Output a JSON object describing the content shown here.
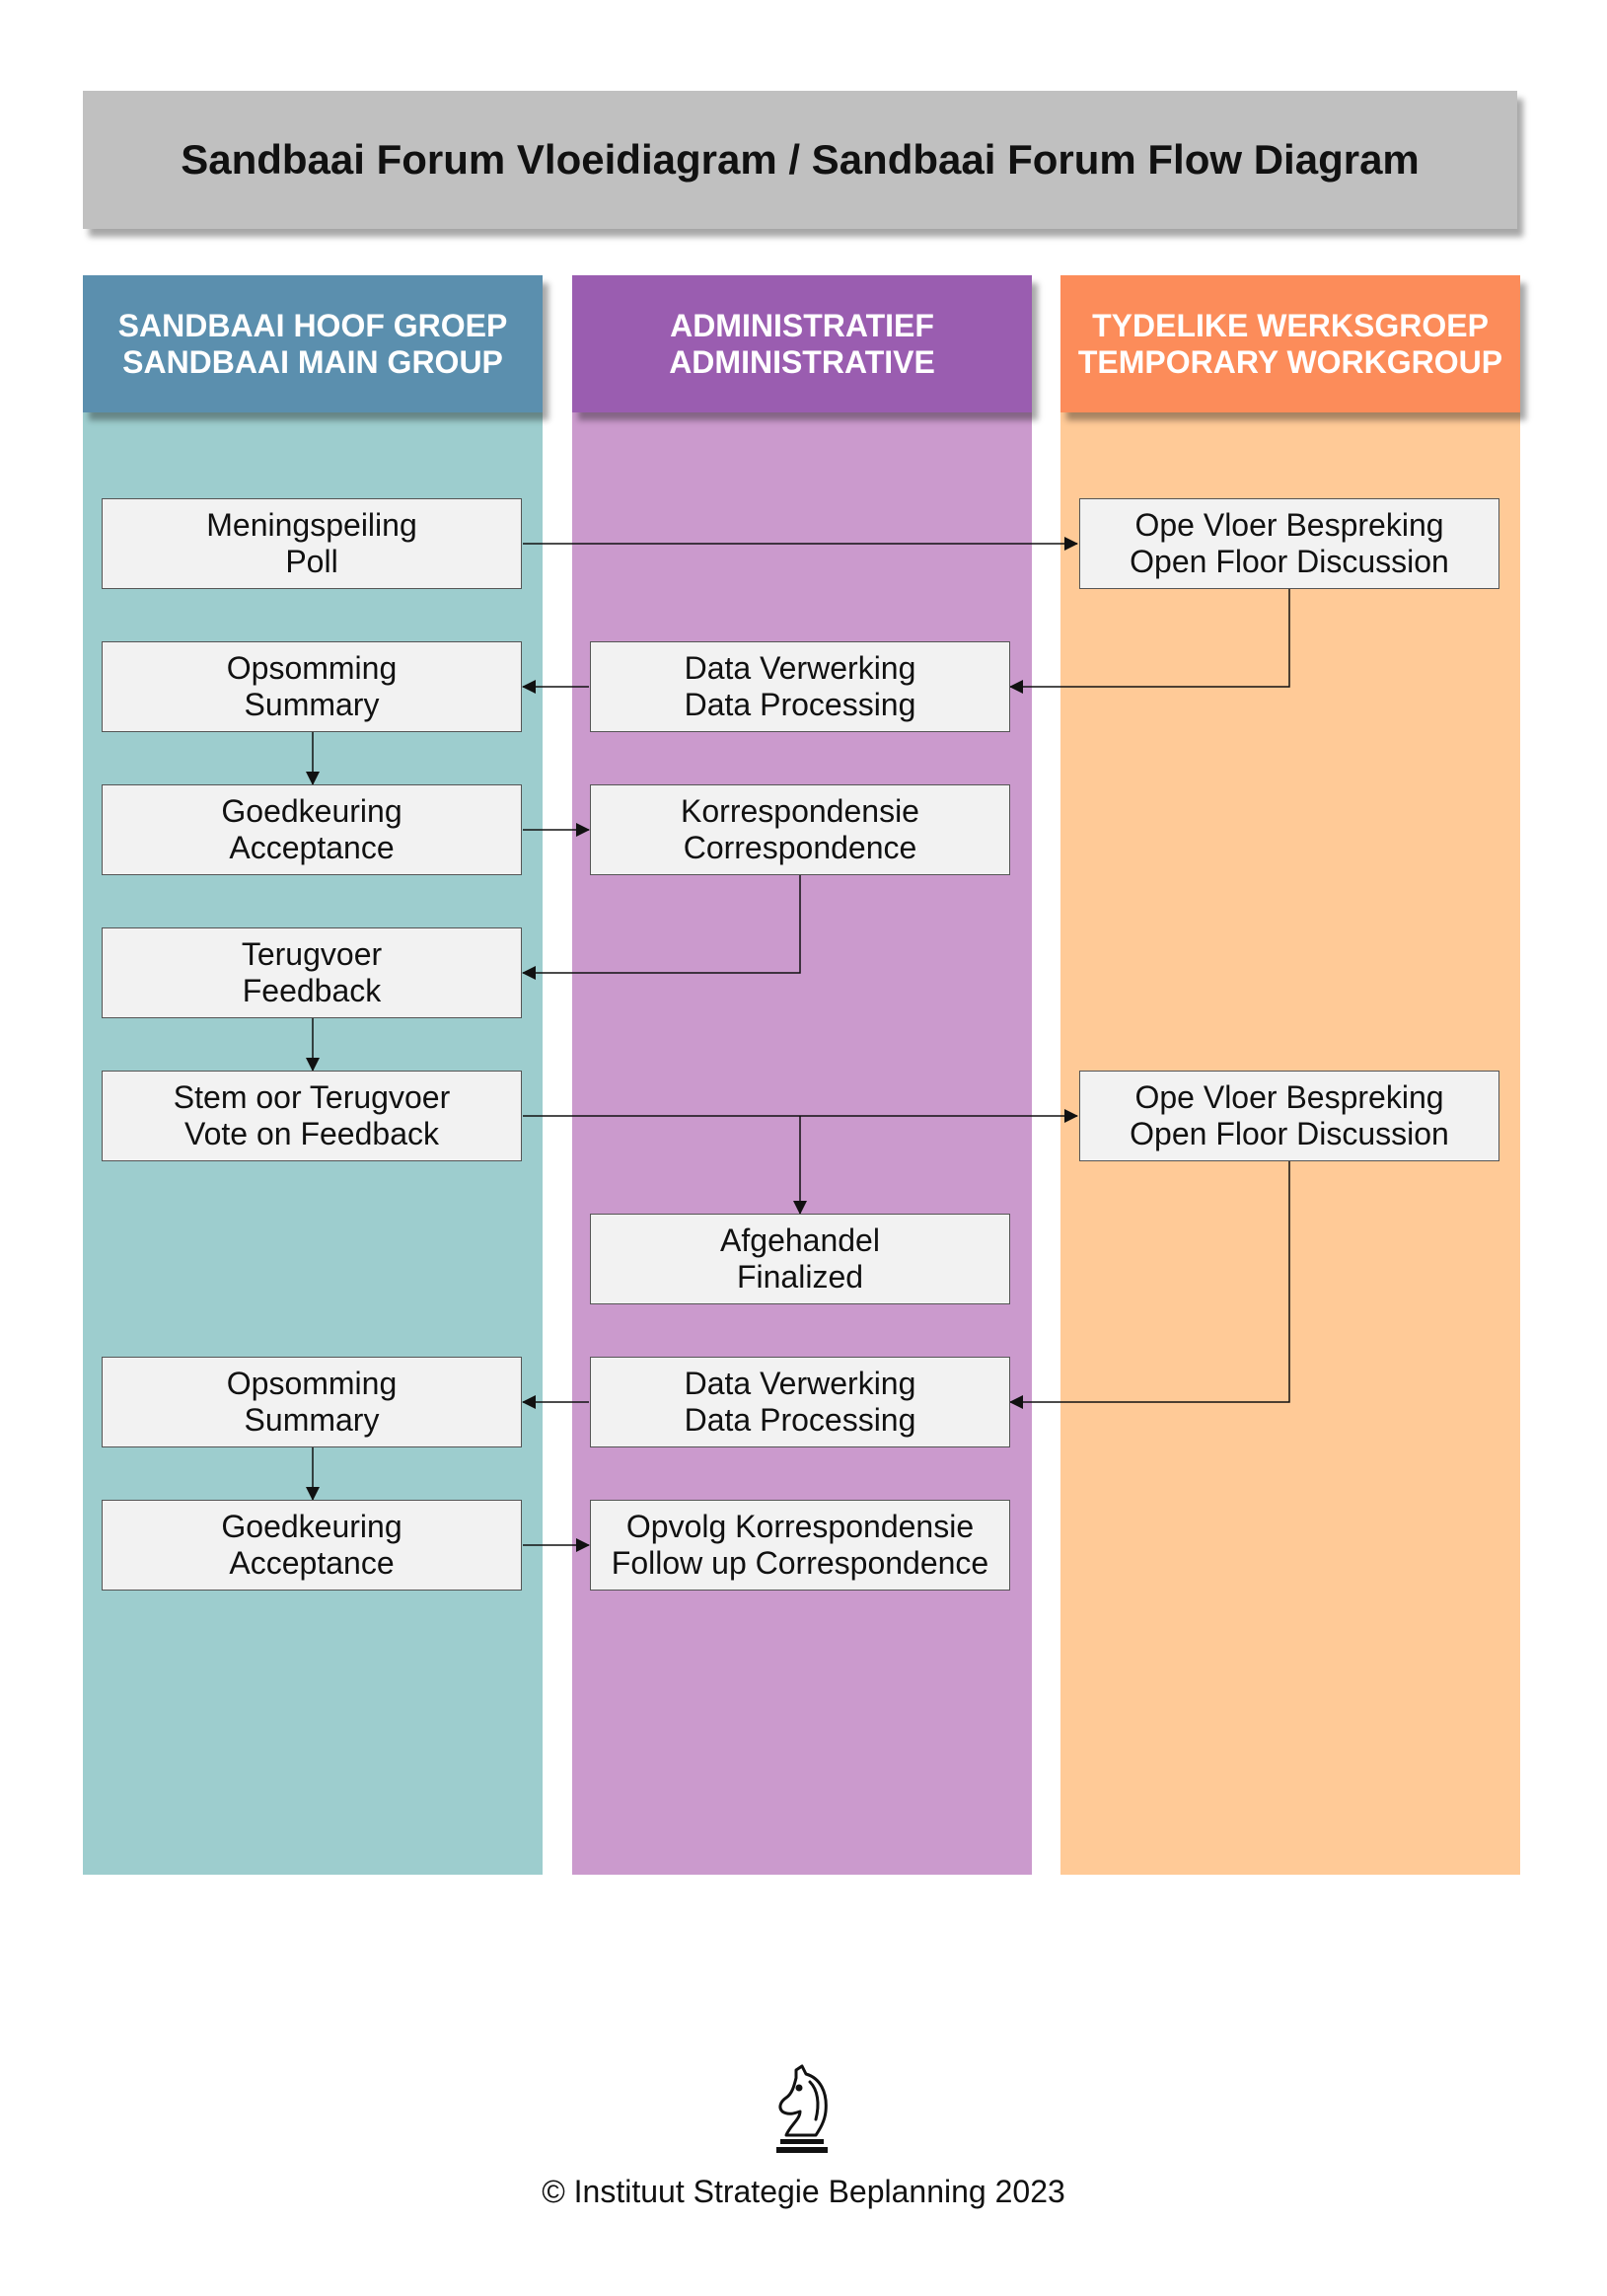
{
  "title": "Sandbaai Forum Vloeidiagram / Sandbaai Forum Flow Diagram",
  "lanes": [
    {
      "line1": "SANDBAAI HOOF GROEP",
      "line2": "SANDBAAI MAIN GROUP",
      "color": "#5b8fae",
      "body_color": "#9dcdce"
    },
    {
      "line1": "ADMINISTRATIEF",
      "line2": "ADMINISTRATIVE",
      "color": "#9a5db0",
      "body_color": "#cb9acd"
    },
    {
      "line1": "TYDELIKE WERKSGROEP",
      "line2": "TEMPORARY WORKGROUP",
      "color": "#fc8c5a",
      "body_color": "#ffca97"
    }
  ],
  "nodes": {
    "poll": {
      "line1": "Meningspeiling",
      "line2": "Poll"
    },
    "open_floor_1": {
      "line1": "Ope Vloer Bespreking",
      "line2": "Open Floor Discussion"
    },
    "summary_1": {
      "line1": "Opsomming",
      "line2": "Summary"
    },
    "data_processing_1": {
      "line1": "Data Verwerking",
      "line2": "Data Processing"
    },
    "acceptance_1": {
      "line1": "Goedkeuring",
      "line2": "Acceptance"
    },
    "correspondence": {
      "line1": "Korrespondensie",
      "line2": "Correspondence"
    },
    "feedback": {
      "line1": "Terugvoer",
      "line2": "Feedback"
    },
    "vote_feedback": {
      "line1": "Stem oor Terugvoer",
      "line2": "Vote on Feedback"
    },
    "open_floor_2": {
      "line1": "Ope Vloer Bespreking",
      "line2": "Open Floor Discussion"
    },
    "finalized": {
      "line1": "Afgehandel",
      "line2": "Finalized"
    },
    "summary_2": {
      "line1": "Opsomming",
      "line2": "Summary"
    },
    "data_processing_2": {
      "line1": "Data Verwerking",
      "line2": "Data Processing"
    },
    "acceptance_2": {
      "line1": "Goedkeuring",
      "line2": "Acceptance"
    },
    "follow_up": {
      "line1": "Opvolg Korrespondensie",
      "line2": "Follow up Correspondence"
    }
  },
  "logo": "knight-chess-piece-icon",
  "footer": "© Instituut Strategie Beplanning 2023"
}
